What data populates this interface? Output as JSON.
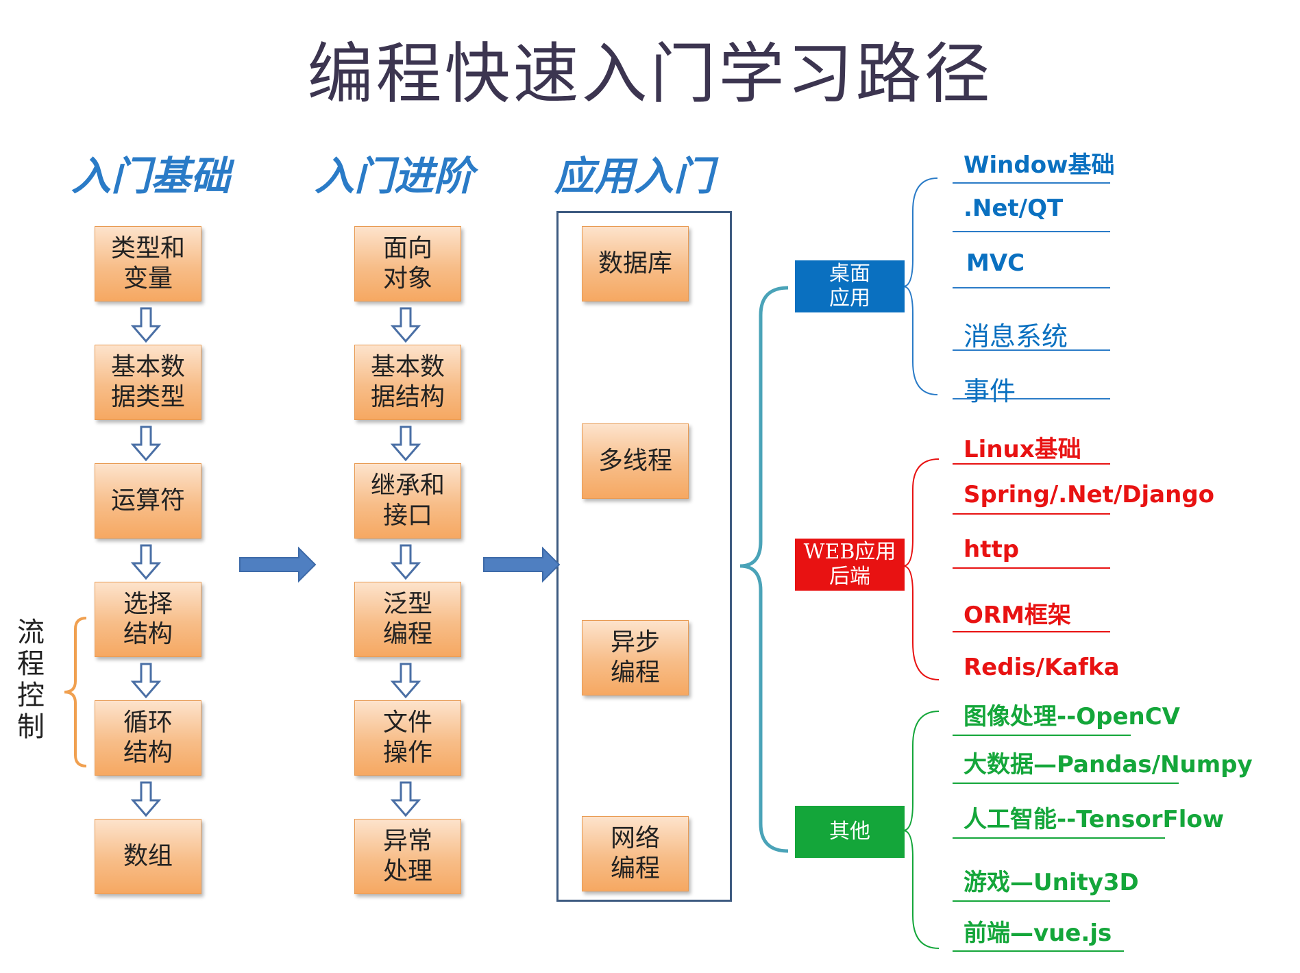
{
  "title": "编程快速入门学习路径",
  "columns": [
    {
      "heading": "入门基础",
      "steps": [
        "类型和\n变量",
        "基本数\n据类型",
        "运算符",
        "选择\n结构",
        "循环\n结构",
        "数组"
      ]
    },
    {
      "heading": "入门进阶",
      "steps": [
        "面向\n对象",
        "基本数\n据结构",
        "继承和\n接口",
        "泛型\n编程",
        "文件\n操作",
        "异常\n处理"
      ]
    },
    {
      "heading": "应用入门",
      "steps": [
        "数据库",
        "多线程",
        "异步\n编程",
        "网络\n编程"
      ]
    }
  ],
  "flow_control_label": "流\n程\n控\n制",
  "categories": [
    {
      "label": "桌面\n应用",
      "color": "#0a70c0",
      "items": [
        "Window基础",
        ".Net/QT",
        "MVC",
        "消息系统",
        "事件"
      ]
    },
    {
      "label": "WEB应用\n后端",
      "color": "#e81212",
      "items": [
        "Linux基础",
        "Spring/.Net/Django",
        "http",
        "ORM框架",
        "Redis/Kafka"
      ]
    },
    {
      "label": "其他",
      "color": "#14a63a",
      "items": [
        "图像处理--OpenCV",
        "大数据—Pandas/Numpy",
        "人工智能--TensorFlow",
        "游戏—Unity3D",
        "前端—vue.js"
      ]
    }
  ]
}
